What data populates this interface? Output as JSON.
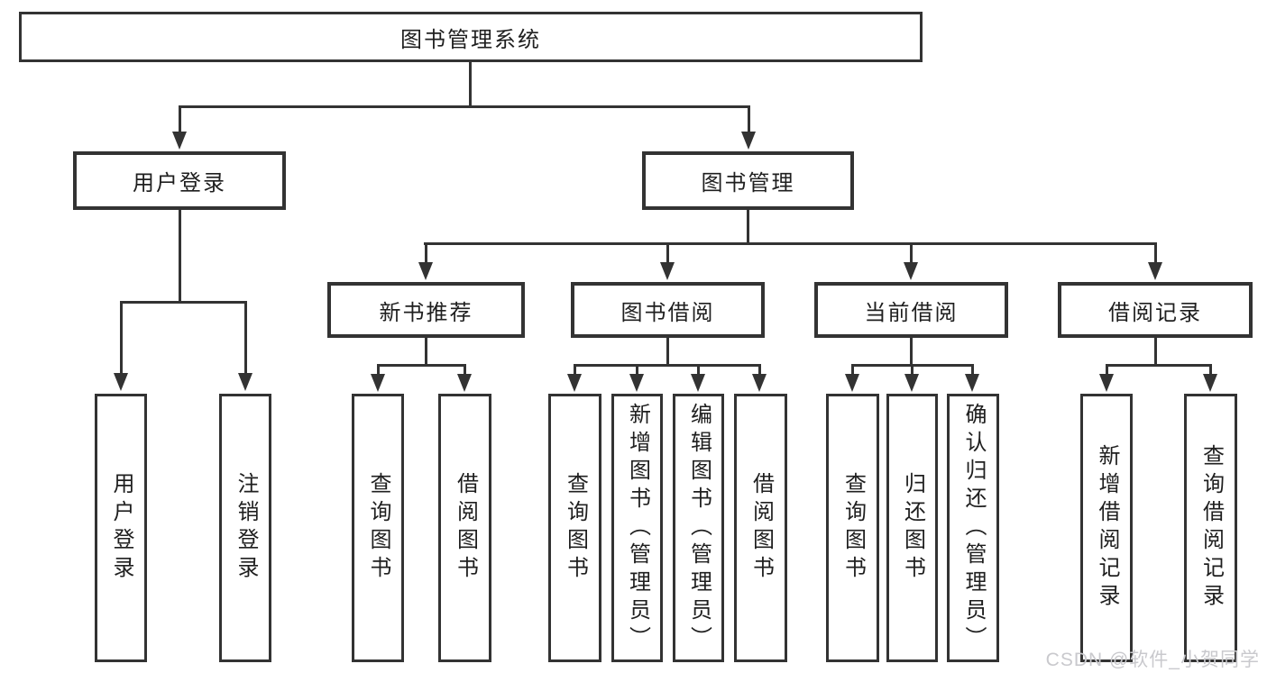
{
  "diagram": {
    "type": "tree",
    "root": {
      "label": "图书管理系统"
    },
    "level1": [
      {
        "label": "用户登录",
        "parent": "图书管理系统"
      },
      {
        "label": "图书管理",
        "parent": "图书管理系统"
      }
    ],
    "level2": [
      {
        "label": "新书推荐",
        "parent": "图书管理"
      },
      {
        "label": "图书借阅",
        "parent": "图书管理"
      },
      {
        "label": "当前借阅",
        "parent": "图书管理"
      },
      {
        "label": "借阅记录",
        "parent": "图书管理"
      }
    ],
    "leaves": [
      {
        "label": "用户登录",
        "parent": "用户登录"
      },
      {
        "label": "注销登录",
        "parent": "用户登录"
      },
      {
        "label": "查询图书",
        "parent": "新书推荐"
      },
      {
        "label": "借阅图书",
        "parent": "新书推荐"
      },
      {
        "label": "查询图书",
        "parent": "图书借阅"
      },
      {
        "label": "新增图书（管理员）",
        "parent": "图书借阅"
      },
      {
        "label": "编辑图书（管理员）",
        "parent": "图书借阅"
      },
      {
        "label": "借阅图书",
        "parent": "图书借阅"
      },
      {
        "label": "查询图书",
        "parent": "当前借阅"
      },
      {
        "label": "归还图书",
        "parent": "当前借阅"
      },
      {
        "label": "确认归还（管理员）",
        "parent": "当前借阅"
      },
      {
        "label": "新增借阅记录",
        "parent": "借阅记录"
      },
      {
        "label": "查询借阅记录",
        "parent": "借阅记录"
      }
    ]
  },
  "watermark": {
    "text": "CSDN @软件_小贺同学"
  },
  "colors": {
    "line": "#333333",
    "box_border": "#333333",
    "box_fill": "#ffffff",
    "text": "#1f1f1f",
    "watermark": "#c9c9cd"
  }
}
